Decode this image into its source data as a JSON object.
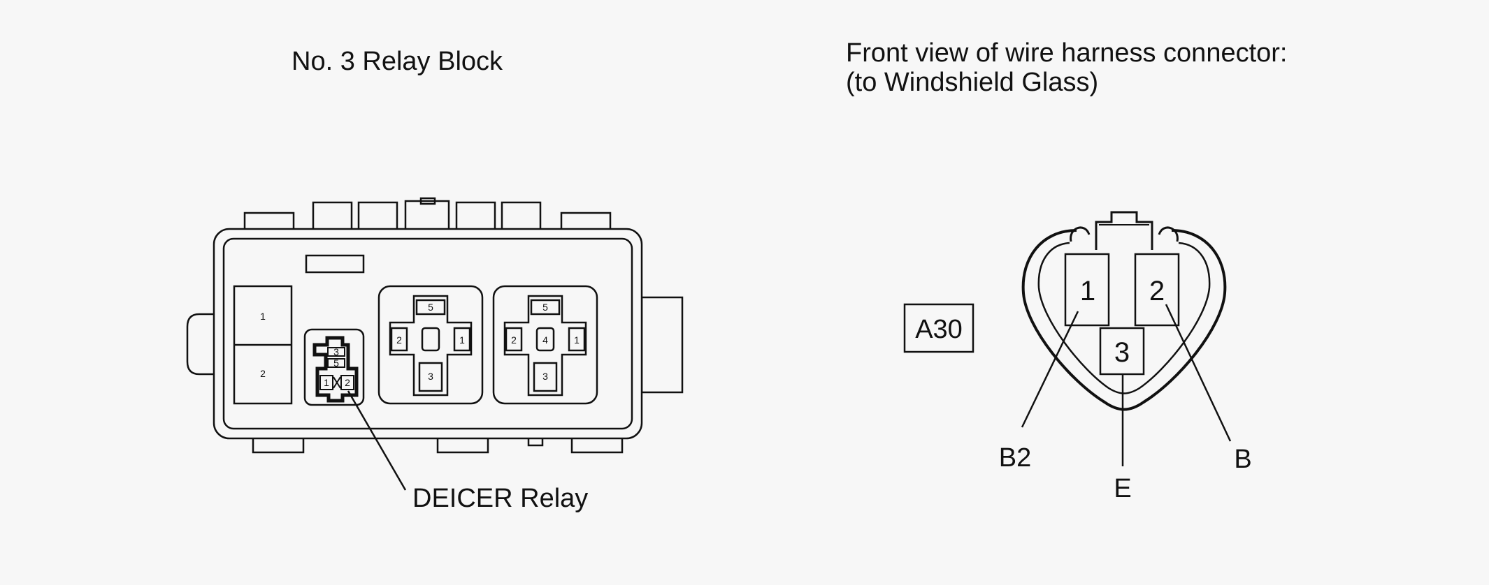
{
  "relay_block": {
    "title": "No. 3 Relay Block",
    "relay_label": "DEICER Relay",
    "left_fuse_pins": [
      "1",
      "2"
    ],
    "deicer_socket_pins": {
      "top": "3",
      "mid": "5",
      "left": "1",
      "right": "2"
    },
    "socket_a_pins": {
      "top": "5",
      "left": "2",
      "right": "1",
      "bottom": "3"
    },
    "socket_b_pins": {
      "top": "5",
      "left": "2",
      "center": "4",
      "right": "1",
      "bottom": "3"
    }
  },
  "harness_connector": {
    "title_line1": "Front view of wire harness connector:",
    "title_line2": "(to Windshield Glass)",
    "connector_code": "A30",
    "pins": {
      "p1": "1",
      "p2": "2",
      "p3": "3"
    },
    "wire_labels": {
      "pin1": "B2",
      "pin3": "E",
      "pin2": "B"
    }
  },
  "colors": {
    "background": "#f7f7f7",
    "line": "#111111"
  }
}
